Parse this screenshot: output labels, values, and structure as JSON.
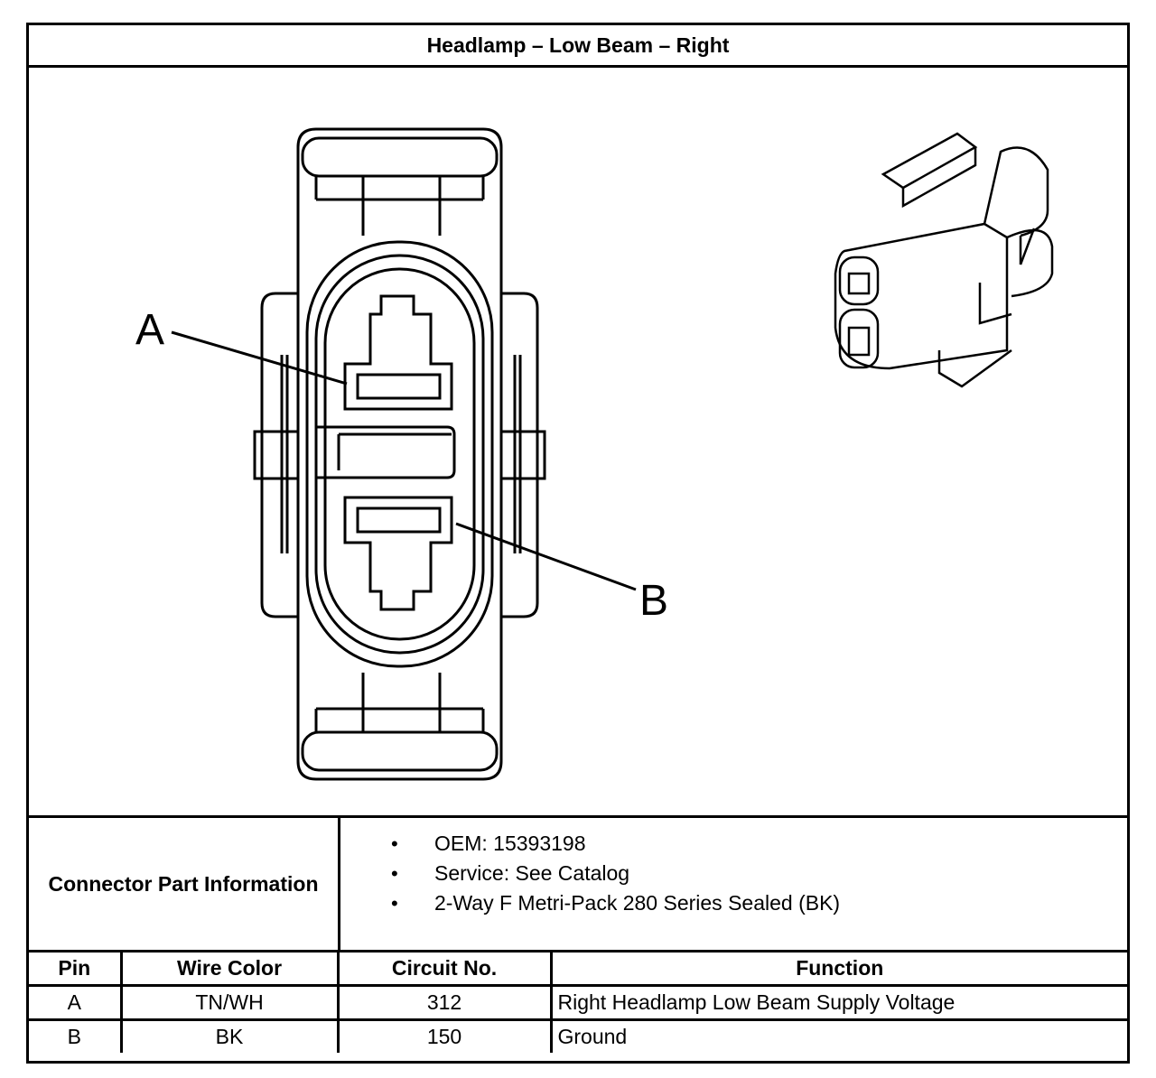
{
  "title": "Headlamp – Low Beam – Right",
  "diagram": {
    "pin_labels": [
      "A",
      "B"
    ]
  },
  "connector_info": {
    "label": "Connector Part Information",
    "items": [
      "OEM: 15393198",
      "Service: See Catalog",
      "2-Way F Metri-Pack 280 Series Sealed (BK)"
    ]
  },
  "pin_table": {
    "headers": [
      "Pin",
      "Wire Color",
      "Circuit No.",
      "Function"
    ],
    "rows": [
      {
        "pin": "A",
        "wire_color": "TN/WH",
        "circuit": "312",
        "function": "Right Headlamp Low Beam Supply Voltage"
      },
      {
        "pin": "B",
        "wire_color": "BK",
        "circuit": "150",
        "function": "Ground"
      }
    ]
  }
}
